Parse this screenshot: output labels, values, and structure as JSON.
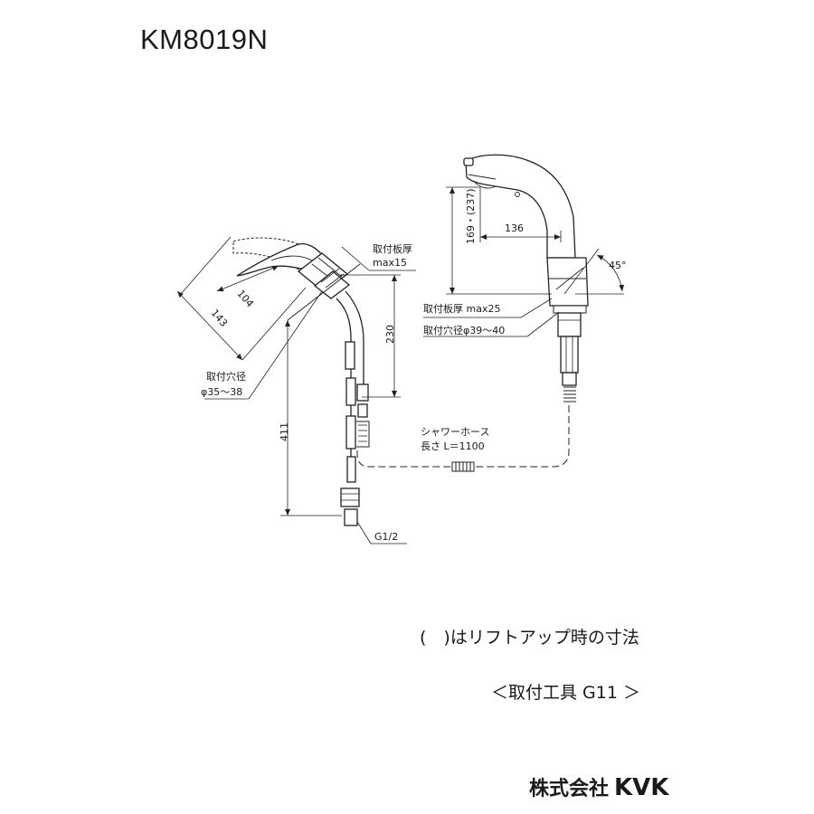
{
  "model": "KM8019N",
  "left_view": {
    "label_plate_thickness": "取付板厚",
    "plate_thickness_value": "max15",
    "hole_label": "取付穴径",
    "hole_value": "φ35～38",
    "dim_handle_104": "104",
    "dim_handle_143": "143",
    "dim_230": "230",
    "dim_411": "411",
    "thread_label": "G1/2"
  },
  "right_view": {
    "dim_spout_height": "169・(237)",
    "dim_reach": "136",
    "angle": "45°",
    "plate_thickness": "取付板厚 max25",
    "hole_label": "取付穴径",
    "hole_value": "φ39～40"
  },
  "hose": {
    "label": "シャワーホース",
    "length": "長さ L＝1100"
  },
  "notes": {
    "liftup": "(　)はリフトアップ時の寸法",
    "tool": "＜取付工具 G11 ＞"
  },
  "brand": {
    "company_jp": "株式会社",
    "logo_text": "KVK"
  }
}
